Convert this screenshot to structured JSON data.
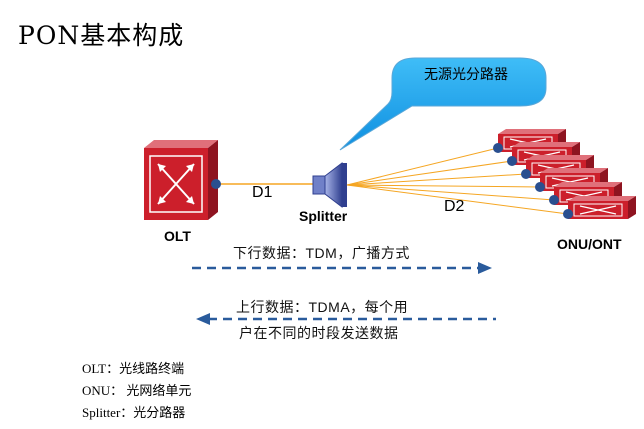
{
  "title": "PON基本构成",
  "callout": "无源光分路器",
  "labels": {
    "olt": "OLT",
    "splitter": "Splitter",
    "onu": "ONU/ONT",
    "d1": "D1",
    "d2": "D2"
  },
  "downstream": "下行数据：TDM，广播方式",
  "upstream_line1": "上行数据：TDMA，每个用",
  "upstream_line2": "户在不同的时段发送数据",
  "legend": [
    "OLT：光线路终端",
    "ONU： 光网络单元",
    "Splitter：光分路器"
  ],
  "colors": {
    "device_red": "#cc1f2b",
    "callout_blue": "#1aa3ef",
    "fiber_orange": "#f5a623",
    "arrow_blue": "#2a5b9c",
    "splitter_blue": "#3a4fa3"
  }
}
